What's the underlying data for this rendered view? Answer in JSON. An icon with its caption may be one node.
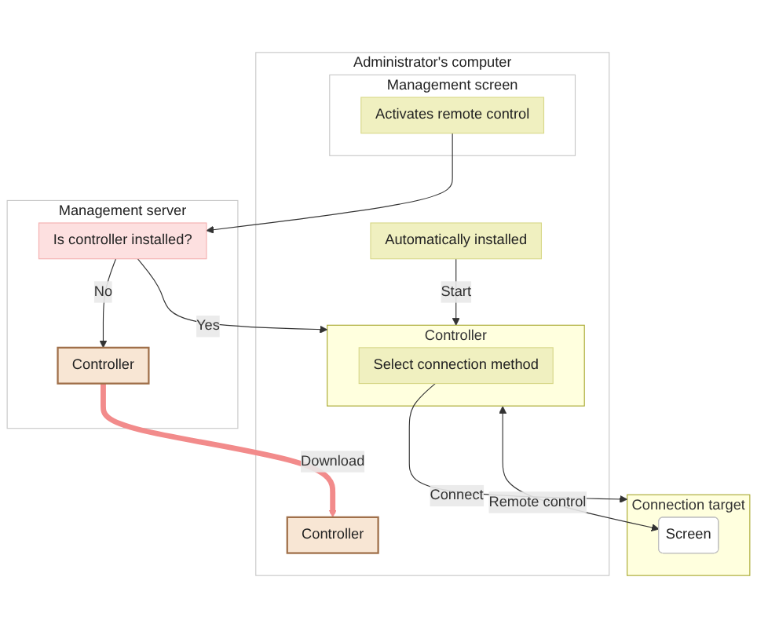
{
  "diagram": {
    "nodes": [
      {
        "text": [
          "Administrator's computer"
        ]
      },
      {
        "text": [
          "Management screen"
        ],
        "in": 0
      },
      {
        "text": [
          "Activates remote control"
        ],
        "in": 1
      },
      {
        "text": [
          "Controller"
        ],
        "in": 0
      },
      {
        "text": [
          "Automatically installed"
        ],
        "in": 0
      },
      {
        "text": [
          "Controller"
        ],
        "in": 0
      },
      {
        "text": [
          "Select connection method"
        ],
        "in": 5
      },
      {
        "text": [
          "Management server"
        ]
      },
      {
        "text": [
          "Is controller installed?"
        ],
        "in": 7
      },
      {
        "text": [
          "Controller"
        ],
        "in": 7
      },
      {
        "text": [
          "Connection target"
        ]
      },
      {
        "text": [
          "Screen"
        ],
        "in": 10
      }
    ],
    "edges": [
      {
        "from": 2,
        "to": 8,
        "arrow": "to"
      },
      {
        "from": 8,
        "to": 9,
        "label": "No",
        "arrow": "to"
      },
      {
        "from": 8,
        "to": 5,
        "label": "Yes",
        "arrow": "to"
      },
      {
        "from": 9,
        "to": 3,
        "label": "Download",
        "arrow": "to",
        "style": "thick",
        "color": "#f28b8b"
      },
      {
        "from": 4,
        "to": 5,
        "label": "Start",
        "arrow": "to"
      },
      {
        "from": 6,
        "to": 10,
        "label": "Connect",
        "arrow": "to"
      },
      {
        "from": 5,
        "to": 11,
        "label": "Remote control",
        "arrow": "both"
      }
    ]
  }
}
